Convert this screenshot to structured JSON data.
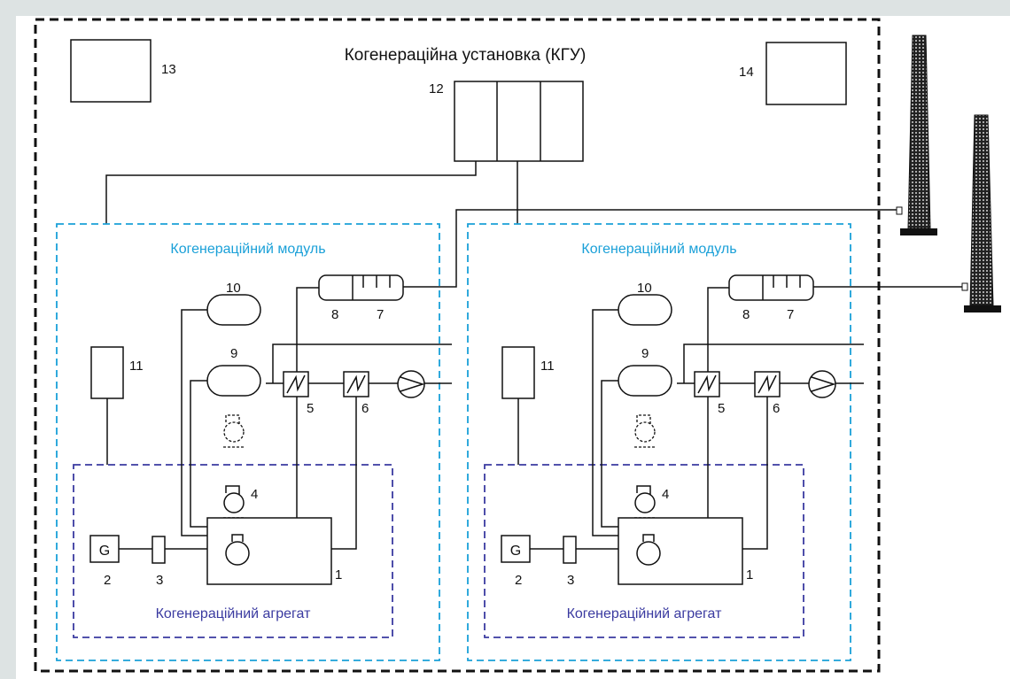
{
  "title": "Когенераційна установка (КГУ)",
  "module_label": "Когенераційний модуль",
  "aggregate_label": "Когенераційний агрегат",
  "generator_symbol": "G",
  "callouts": {
    "engine": "1",
    "generator": "2",
    "coupling": "3",
    "pump": "4",
    "heat_exchanger_a": "5",
    "heat_exchanger_b": "6",
    "muffler": "7",
    "catalyst": "8",
    "tank_lower": "9",
    "tank_upper": "10",
    "cabinet": "11",
    "control_panel": "12",
    "box_left": "13",
    "box_right": "14"
  },
  "colors": {
    "outer_border": "#111111",
    "module_border": "#1aa0d8",
    "aggregate_border": "#3a3aa0",
    "line": "#111111",
    "panel_bg": "#ffffff",
    "page_bg": "#dde3e3"
  }
}
